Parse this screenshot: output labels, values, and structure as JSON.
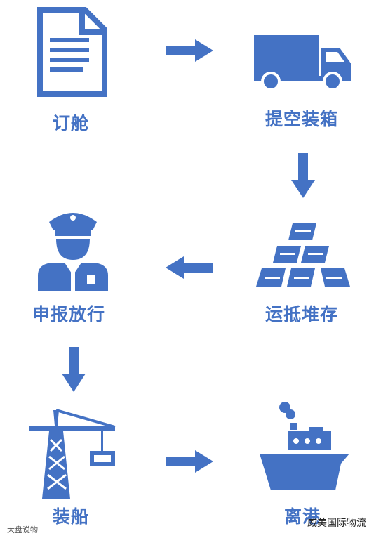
{
  "colors": {
    "primary": "#4472c4",
    "background": "#ffffff"
  },
  "steps": [
    {
      "label": "订舱",
      "icon": "document-icon"
    },
    {
      "label": "提空装箱",
      "icon": "truck-icon"
    },
    {
      "label": "运抵堆存",
      "icon": "stacked-containers-icon"
    },
    {
      "label": "申报放行",
      "icon": "customs-officer-icon"
    },
    {
      "label": "装船",
      "icon": "crane-icon"
    },
    {
      "label": "离港",
      "icon": "ship-icon"
    }
  ],
  "watermarks": {
    "left": "大盘说物",
    "right": "威美国际物流"
  }
}
